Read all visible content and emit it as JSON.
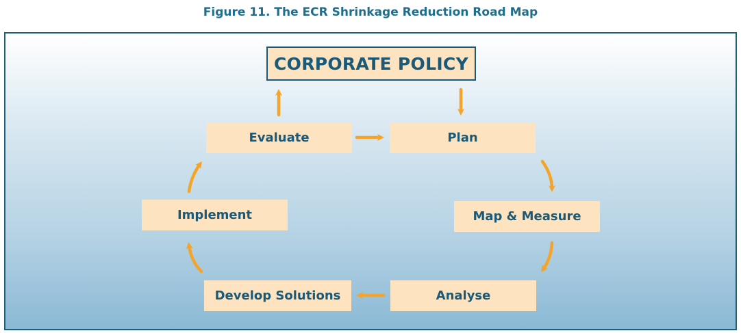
{
  "title": "Figure 11. The ECR Shrinkage Reduction Road Map",
  "nodes": {
    "corporate_policy": "CORPORATE POLICY",
    "plan": "Plan",
    "map_measure": "Map & Measure",
    "analyse": "Analyse",
    "develop_solutions": "Develop Solutions",
    "implement": "Implement",
    "evaluate": "Evaluate"
  },
  "colors": {
    "box_fill": "#fde3bf",
    "text": "#1a5977",
    "arrow": "#f5a42a",
    "border": "#1d5f7d"
  }
}
